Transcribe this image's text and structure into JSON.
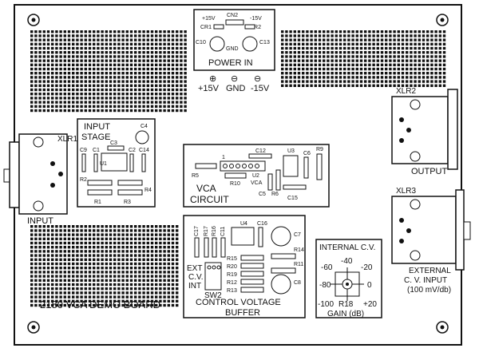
{
  "board_title": "2180 VCA DEMO BOARD",
  "power": {
    "title": "POWER IN",
    "top_plus": "+15V",
    "top_minus": "-15V",
    "cn": "CN2",
    "cr1": "CR1",
    "cr2": "CR2",
    "c10": "C10",
    "c13": "C13",
    "gnd": "GND",
    "term_plus": "+15V",
    "term_gnd": "GND",
    "term_minus": "-15V",
    "sym_plus": "⊕",
    "sym_minus": "⊖"
  },
  "input_stage": {
    "title1": "INPUT",
    "title2": "STAGE",
    "c4": "C4",
    "c3": "C3",
    "c9": "C9",
    "c1": "C1",
    "c2": "C2",
    "c14": "C14",
    "u1": "U1",
    "r2": "R2",
    "r4": "R4",
    "r1": "R1",
    "r3": "R3"
  },
  "vca": {
    "title1": "VCA",
    "title2": "CIRCUIT",
    "c12": "C12",
    "u3": "U3",
    "c6": "C6",
    "r9": "R9",
    "r5": "R5",
    "r10": "R10",
    "u2": "U2",
    "u2b": "VCA",
    "c5": "C5",
    "r6": "R6",
    "c15": "C15",
    "pin1": "1"
  },
  "cv_buffer": {
    "title1": "CONTROL VOLTAGE",
    "title2": "BUFFER",
    "c17": "C17",
    "r17": "R17",
    "r16": "R16",
    "c11": "C11",
    "u4": "U4",
    "c16": "C16",
    "c7": "C7",
    "r14": "R14",
    "r11": "R11",
    "c8": "C8",
    "r15": "R15",
    "r20": "R20",
    "r19": "R19",
    "r12": "R12",
    "r13": "R13",
    "ext": "EXT",
    "cv": "C.V.",
    "int": "INT",
    "sw2": "SW2"
  },
  "gain": {
    "title": "INTERNAL C.V.",
    "t_m40": "-40",
    "t_m60": "-60",
    "t_m20": "-20",
    "t_m80": "-80",
    "t_0": "0",
    "t_m100": "-100",
    "t_p20": "+20",
    "r18": "R18",
    "label": "GAIN (dB)"
  },
  "connectors": {
    "xlr1": "XLR1",
    "input": "INPUT",
    "xlr2": "XLR2",
    "output": "OUTPUT",
    "xlr3": "XLR3",
    "ext1": "EXTERNAL",
    "ext2": "C. V. INPUT",
    "ext3": "(100 mV/db)"
  }
}
